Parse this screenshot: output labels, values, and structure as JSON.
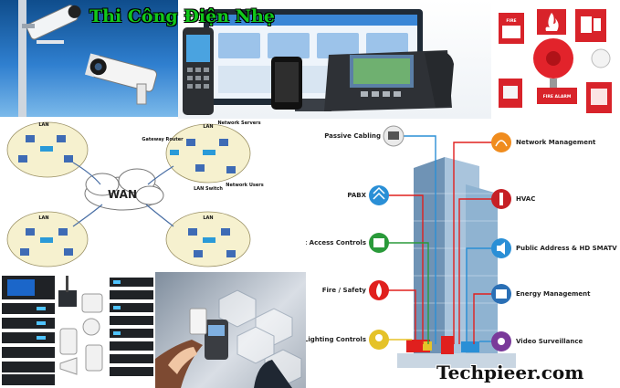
{
  "headline": "Thi Công Điện Nhẹ",
  "brand": "Techpieer.com",
  "network": {
    "cloud": "WAN",
    "lan": [
      "LAN",
      "LAN",
      "LAN",
      "LAN"
    ],
    "gateway": "Gateway Router",
    "servers": "Network Servers",
    "switch": "LAN Switch",
    "users": "Network Users"
  },
  "fire_alarm": {
    "fire_label": "FIRE",
    "alarm_label": "FIRE ALARM"
  },
  "services_left": [
    "Passive Cabling",
    "PABX",
    "Biometric Access Controls",
    "Fire / Safety",
    "Lighting Controls"
  ],
  "services_right": [
    "Network Management",
    "HVAC",
    "Public Address & HD SMATV",
    "Energy Management",
    "Video Surveillance"
  ],
  "colors": {
    "headline": "#11c81a",
    "wire_red": "#e0201e",
    "wire_blue": "#2a8fd6",
    "tower": "#8fb3d1"
  }
}
